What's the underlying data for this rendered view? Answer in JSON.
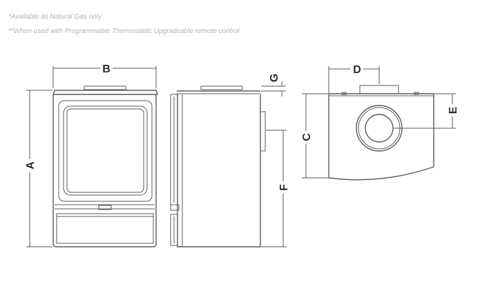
{
  "notes": {
    "line1": "*Available as Natural Gas only",
    "line2": "**When used with Programmable Thermostatic Upgradeable remote control"
  },
  "labels": {
    "A": "A",
    "B": "B",
    "C": "C",
    "D": "D",
    "E": "E",
    "F": "F",
    "G": "G"
  }
}
